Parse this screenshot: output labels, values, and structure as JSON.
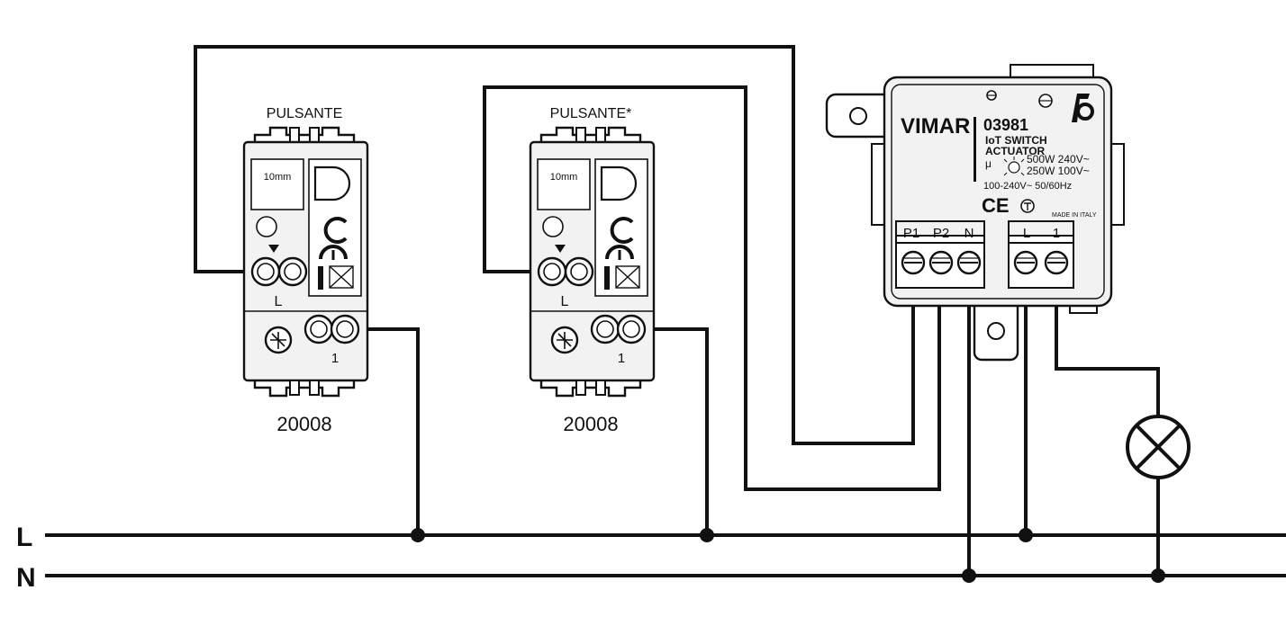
{
  "lines": {
    "L": "L",
    "N": "N"
  },
  "switch1": {
    "header": "PULSANTE",
    "size_label": "10mm",
    "terminal_L": "L",
    "terminal_1": "1",
    "code": "20008"
  },
  "switch2": {
    "header": "PULSANTE*",
    "size_label": "10mm",
    "terminal_L": "L",
    "terminal_1": "1",
    "code": "20008"
  },
  "actuator": {
    "brand": "VIMAR",
    "code": "03981",
    "name_line1": "IoT SWITCH",
    "name_line2": "ACTUATOR",
    "mu": "μ",
    "power1": "500W  240V~",
    "power2": "250W  100V~",
    "supply": "100-240V~  50/60Hz",
    "ce_mark": "CE",
    "made_in": "MADE IN ITALY",
    "terminals_left": [
      "P1",
      "P2",
      "N"
    ],
    "terminals_right": [
      "L",
      "1"
    ]
  },
  "colors": {
    "ink": "#111111",
    "body_fill": "#f2f2f2",
    "background": "#ffffff"
  }
}
